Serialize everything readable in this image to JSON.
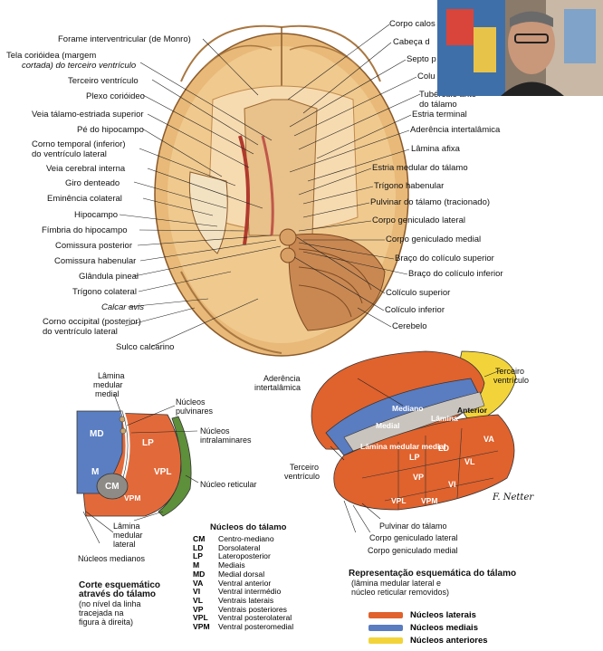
{
  "brain_labels_left": [
    "Forame interventricular (de Monro)",
    "Tela corióidea (margem",
    "cortada) do terceiro ventrículo",
    "Terceiro ventrículo",
    "Plexo corióideo",
    "Veia tálamo-estriada superior",
    "Pé do hipocampo",
    "Corno temporal (inferior)",
    "do ventrículo lateral",
    "Veia cerebral interna",
    "Giro denteado",
    "Eminência colateral",
    "Hipocampo",
    "Fímbria do hipocampo",
    "Comissura posterior",
    "Comissura habenular",
    "Glândula pineal",
    "Trígono colateral",
    "Calcar avis",
    "Corno occipital (posterior)",
    "do ventrículo lateral",
    "Sulco calcarino"
  ],
  "brain_labels_right": [
    "Corpo calos",
    "Cabeça d",
    "Septo p",
    "Colu",
    "Tubérculo ante",
    "do tálamo",
    "Estria terminal",
    "Aderência intertalâmica",
    "Lâmina afixa",
    "Estria medular do tálamo",
    "Trígono habenular",
    "Pulvinar do tálamo (tracionado)",
    "Corpo geniculado lateral",
    "Corpo geniculado medial",
    "Braço do colículo superior",
    "Braço do colículo inferior",
    "Colículo superior",
    "Colículo inferior",
    "Cerebelo"
  ],
  "section": {
    "top_labels": [
      "Lâmina",
      "medular",
      "medial"
    ],
    "pulvinar_label": [
      "Núcleos",
      "pulvinares"
    ],
    "intralaminar_label": [
      "Núcleos",
      "intralaminares"
    ],
    "reticular_label": "Núcleo reticular",
    "lateral_lamina_label": [
      "Lâmina",
      "medular",
      "lateral"
    ],
    "median_label": "Núcleos medianos",
    "regions": [
      "MD",
      "LP",
      "M",
      "VPL",
      "CM",
      "VPM"
    ],
    "caption_title": [
      "Corte esquemático",
      "através do tálamo"
    ],
    "caption_note": [
      "(no nível da linha",
      "tracejada na",
      "figura à direita)"
    ]
  },
  "nuclei_table": {
    "title": "Núcleos do tálamo",
    "rows": [
      {
        "abbr": "CM",
        "name": "Centro-mediano"
      },
      {
        "abbr": "LD",
        "name": "Dorsolateral"
      },
      {
        "abbr": "LP",
        "name": "Lateroposterior"
      },
      {
        "abbr": "M",
        "name": "Mediais"
      },
      {
        "abbr": "MD",
        "name": "Medial dorsal"
      },
      {
        "abbr": "VA",
        "name": "Ventral anterior"
      },
      {
        "abbr": "VI",
        "name": "Ventral intermédio"
      },
      {
        "abbr": "VL",
        "name": "Ventrais laterais"
      },
      {
        "abbr": "VP",
        "name": "Ventrais posteriores"
      },
      {
        "abbr": "VPL",
        "name": "Ventral posterolateral"
      },
      {
        "abbr": "VPM",
        "name": "Ventral posteromedial"
      }
    ]
  },
  "schematic": {
    "aderencia_label": [
      "Aderência",
      "intertalâmica"
    ],
    "ventriculo_top_label": [
      "Terceiro",
      "ventrículo"
    ],
    "ventriculo_left_label": [
      "Terceiro",
      "ventrículo"
    ],
    "inner_labels": [
      "Mediano",
      "Medial",
      "Lâmina",
      "Anterior",
      "Lâmina medular medial",
      "LP",
      "LD",
      "VA",
      "VL",
      "VP",
      "VI",
      "VPL",
      "VPM"
    ],
    "bottom_labels": [
      "Pulvinar do tálamo",
      "Corpo geniculado lateral",
      "Corpo geniculado medial"
    ],
    "signature": "F. Netter",
    "caption_title": "Representação esquemática do tálamo",
    "caption_note": [
      "(lâmina medular lateral e",
      "núcleo reticular removidos)"
    ]
  },
  "legend": [
    {
      "label": "Núcleos laterais",
      "color": "#e0622d"
    },
    {
      "label": "Núcleos mediais",
      "color": "#5a7cc0"
    },
    {
      "label": "Núcleos anteriores",
      "color": "#f2d43a"
    }
  ]
}
